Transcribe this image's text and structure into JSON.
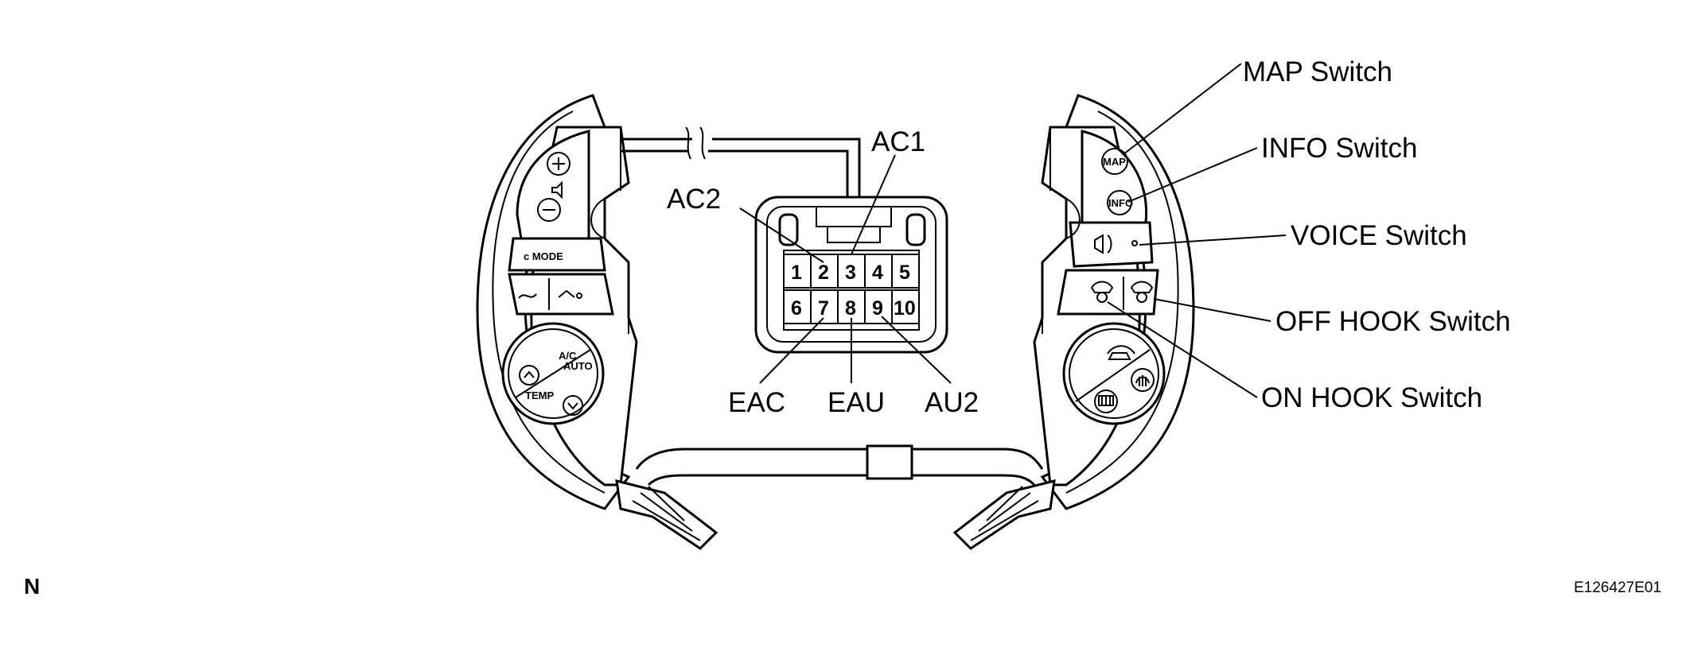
{
  "connector": {
    "pins_top": [
      "1",
      "2",
      "3",
      "4",
      "5"
    ],
    "pins_bottom": [
      "6",
      "7",
      "8",
      "9",
      "10"
    ],
    "signals": {
      "ac1": "AC1",
      "ac2": "AC2",
      "eac": "EAC",
      "eau": "EAU",
      "au2": "AU2"
    }
  },
  "switch_labels": {
    "map": "MAP Switch",
    "info": "INFO Switch",
    "voice": "VOICE Switch",
    "off_hook": "OFF HOOK Switch",
    "on_hook": "ON HOOK Switch"
  },
  "left_pad": {
    "mode": "c MODE",
    "ac_auto_1": "A/C",
    "ac_auto_2": "AUTO",
    "temp": "TEMP"
  },
  "right_pad": {
    "map": "MAP",
    "info": "INFO"
  },
  "corner_mark": "N",
  "figure_code": "E126427E01"
}
